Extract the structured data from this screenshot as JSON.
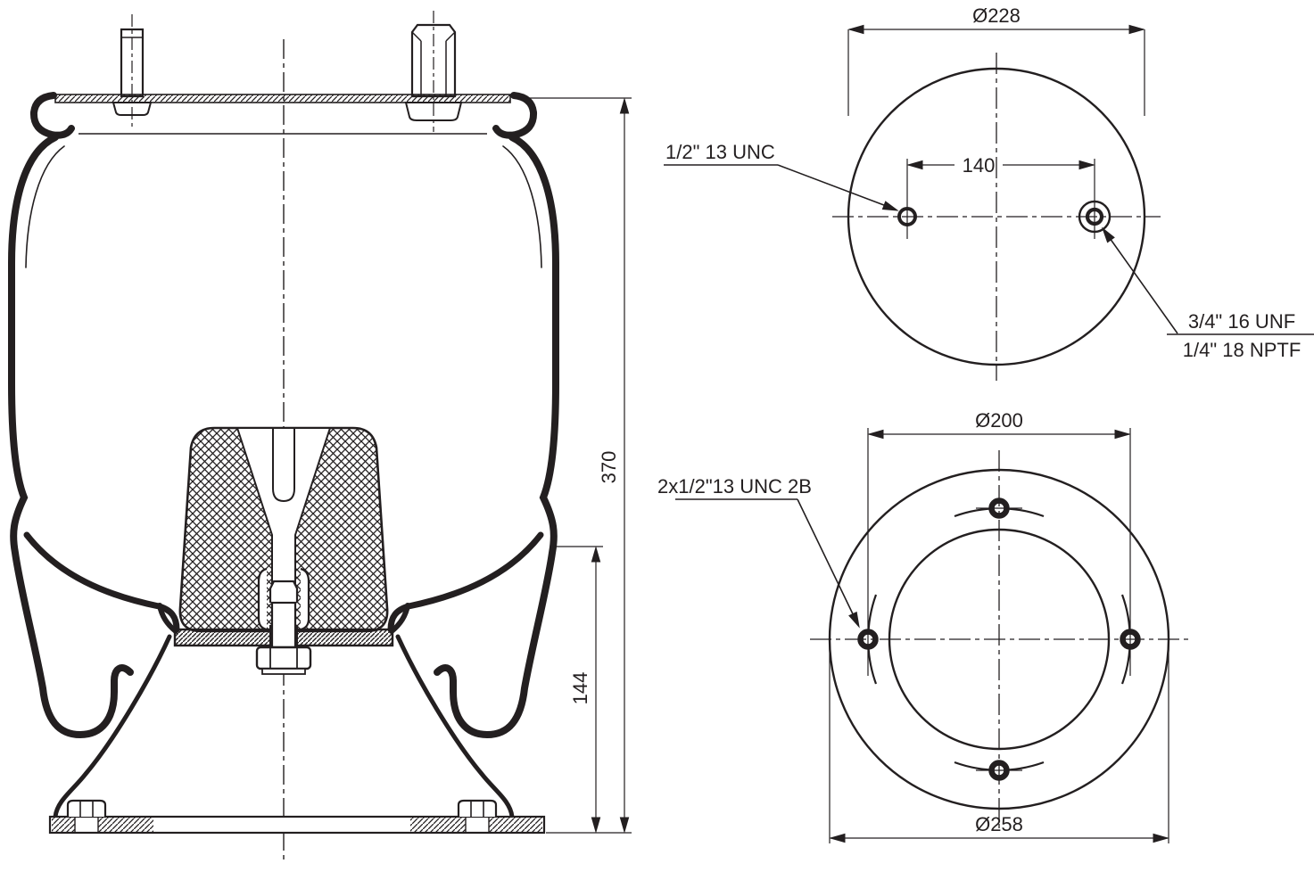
{
  "drawing": {
    "background_color": "#ffffff",
    "line_color": "#231f20",
    "side_view": {
      "overall_height": "370",
      "piston_height": "144"
    },
    "top_view": {
      "outer_diameter": "Ø228",
      "stud_spacing": "140",
      "stud_thread_callout": "1/2\" 13 UNC",
      "air_fitting_thread_callout": "3/4\" 16 UNF",
      "air_fitting_thread_callout_alt": "1/4\" 18 NPTF"
    },
    "bottom_view": {
      "bolt_circle_diameter": "Ø200",
      "outer_diameter": "Ø258",
      "mounting_holes_callout": "2x1/2\"13 UNC 2B"
    }
  }
}
